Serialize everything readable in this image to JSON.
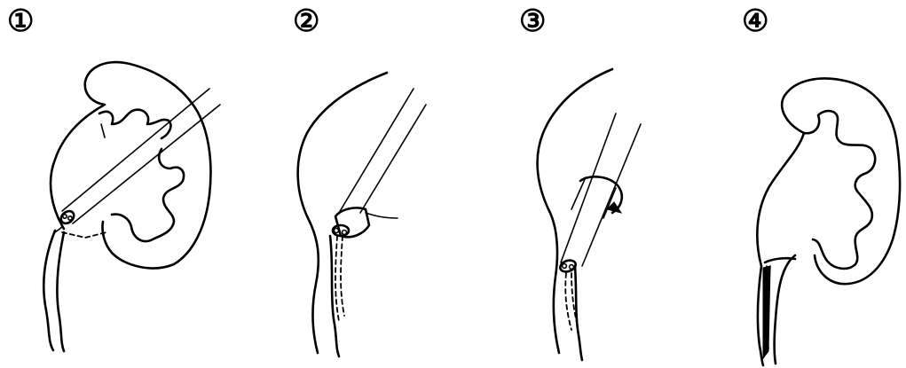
{
  "steps": [
    {
      "label": "①"
    },
    {
      "label": "②"
    },
    {
      "label": "③"
    },
    {
      "label": "④"
    }
  ]
}
